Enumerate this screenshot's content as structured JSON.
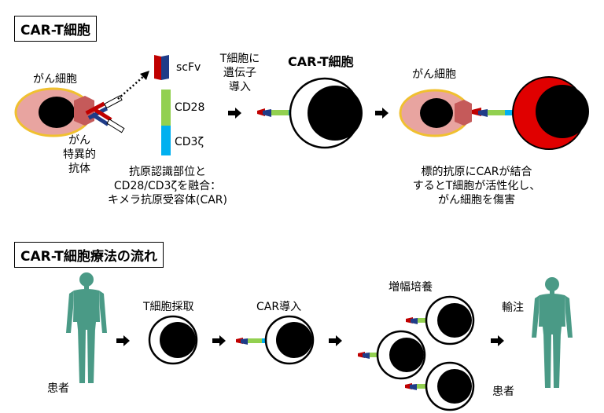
{
  "section1": {
    "title": "CAR-T細胞",
    "cancer_cell_left": "がん細胞",
    "antibody": [
      "がん",
      "特異的",
      "抗体"
    ],
    "domain_scfv": "scFv",
    "domain_cd28": "CD28",
    "domain_cd3": "CD3ζ",
    "fusion_caption": [
      "抗原認識部位と",
      "CD28/CD3ζを融合：",
      "キメラ抗原受容体(CAR)"
    ],
    "gene_intro": [
      "T細胞に",
      "遺伝子",
      "導入"
    ],
    "cart_label": "CAR-T細胞",
    "cancer_cell_right": "がん細胞",
    "result_caption": [
      "標的抗原にCARが結合",
      "するとT細胞が活性化し、",
      "がん細胞を傷害"
    ]
  },
  "section2": {
    "title": "CAR-T細胞療法の流れ",
    "patient_left": "患者",
    "step_collect": "T細胞採取",
    "step_car": "CAR導入",
    "step_expand": "増幅培養",
    "step_infuse": "輸注",
    "patient_right": "患者"
  },
  "colors": {
    "cancer_fill": "#e8a4a0",
    "cancer_border": "#f0c030",
    "scfv_red": "#c00000",
    "scfv_blue": "#1f3c88",
    "cd28_green": "#92d050",
    "cd3_blue": "#00b0f0",
    "human_teal": "#4a9a86",
    "lysed_red": "#e00000"
  }
}
